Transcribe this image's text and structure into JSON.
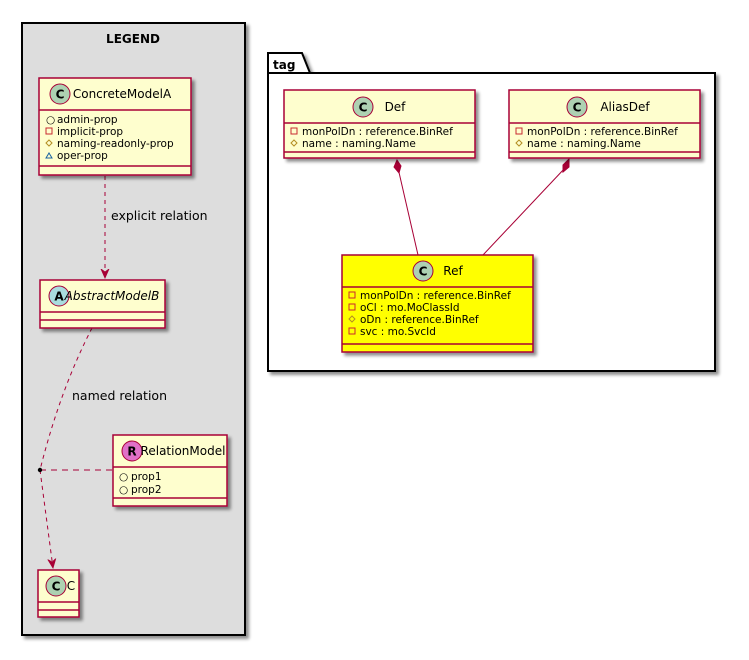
{
  "legend": {
    "title": "LEGEND",
    "concrete": {
      "name": "ConcreteModelA",
      "stereotype_letter": "C",
      "attributes": [
        {
          "vis": "+",
          "text": "admin-prop"
        },
        {
          "vis": "-",
          "text": "implicit-prop"
        },
        {
          "vis": "#",
          "text": "naming-readonly-prop"
        },
        {
          "vis": "~",
          "text": "oper-prop"
        }
      ]
    },
    "abstract": {
      "name": "AbstractModelB",
      "stereotype_letter": "A"
    },
    "relation_model": {
      "name": "RelationModel",
      "stereotype_letter": "R",
      "attributes": [
        {
          "vis": "+",
          "text": "prop1"
        },
        {
          "vis": "+",
          "text": "prop2"
        }
      ]
    },
    "c_class": {
      "name": "C",
      "stereotype_letter": "C"
    },
    "explicit_relation_label": "explicit relation",
    "named_relation_label": "named relation"
  },
  "package": {
    "name": "tag",
    "def": {
      "name": "Def",
      "stereotype_letter": "C",
      "attributes": [
        {
          "vis": "-",
          "text": "monPolDn : reference.BinRef"
        },
        {
          "vis": "#",
          "text": "name : naming.Name"
        }
      ]
    },
    "aliasdef": {
      "name": "AliasDef",
      "stereotype_letter": "C",
      "attributes": [
        {
          "vis": "-",
          "text": "monPolDn : reference.BinRef"
        },
        {
          "vis": "#",
          "text": "name : naming.Name"
        }
      ]
    },
    "ref": {
      "name": "Ref",
      "stereotype_letter": "C",
      "attributes": [
        {
          "vis": "-",
          "text": "monPolDn : reference.BinRef"
        },
        {
          "vis": "-",
          "text": "oCl : mo.MoClassId"
        },
        {
          "vis": "#",
          "text": "oDn : reference.BinRef"
        },
        {
          "vis": "-",
          "text": "svc : mo.SvcId"
        }
      ]
    }
  },
  "colors": {
    "class_fill": "#FEFECE",
    "class_border": "#A80036",
    "highlight_fill": "#FFFF00",
    "legend_fill": "#DDDDDD",
    "circle_c": "#ADD1B2",
    "circle_a": "#A9DCDF",
    "circle_r": "#E070C8",
    "relation": "#A80036"
  }
}
